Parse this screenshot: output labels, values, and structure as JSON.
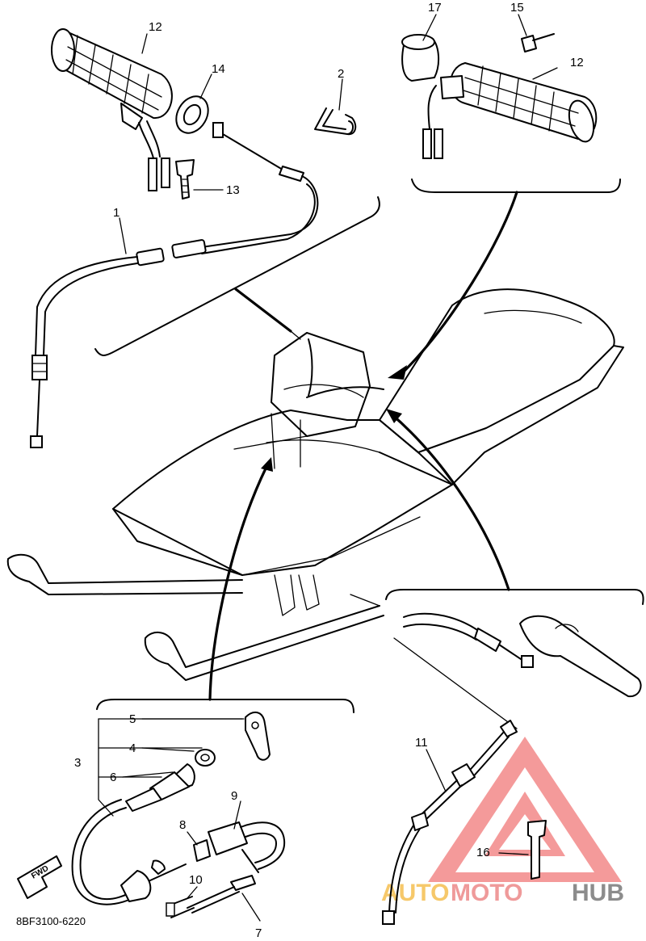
{
  "diagram_code": "8BF3100-6220",
  "fwd_label": "FWD",
  "callouts": {
    "c1": "1",
    "c2": "2",
    "c3": "3",
    "c4": "4",
    "c5": "5",
    "c6": "6",
    "c7": "7",
    "c8": "8",
    "c9": "9",
    "c10": "10",
    "c11": "11",
    "c12_left": "12",
    "c12_right": "12",
    "c13": "13",
    "c14": "14",
    "c15": "15",
    "c16": "16",
    "c17": "17"
  },
  "watermark": {
    "part1": "AUTO",
    "part2": "MOTO",
    "part3": "HUB",
    "colors": {
      "auto": "#f6c86a",
      "moto": "#ef9a9a",
      "hub": "#8c8c8c",
      "triangle": "#ef6f6f"
    }
  }
}
